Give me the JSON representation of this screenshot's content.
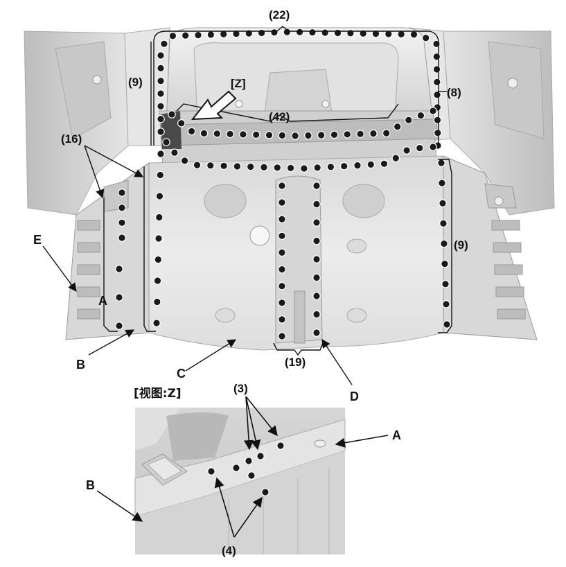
{
  "labels": {
    "count_22": "(22)",
    "count_9_top": "(9)",
    "count_9_right": "(9)",
    "count_8": "(8)",
    "count_42": "(42)",
    "view_z_marker": "[Z]",
    "count_16": "(16)",
    "count_19": "(19)",
    "letter_e": "E",
    "letter_a": "A",
    "letter_b": "B",
    "letter_c": "C",
    "letter_d": "D"
  },
  "inset": {
    "title": "[视图:Z]",
    "count_3": "(3)",
    "count_4": "(4)",
    "letter_a": "A",
    "letter_b": "B"
  },
  "colors": {
    "weld_spot": "#1a1a1a",
    "outline": "#111111",
    "panel_light": "#e9e9e9",
    "panel_mid": "#cfcfcf",
    "panel_dark": "#9a9a9a"
  }
}
